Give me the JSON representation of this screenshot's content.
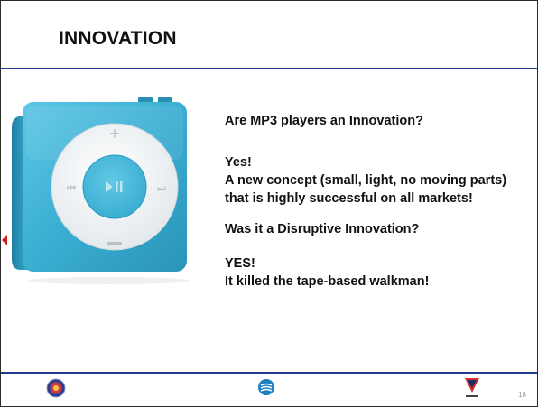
{
  "slide": {
    "title": "INNOVATION",
    "question1": "Are MP3 players an Innovation?",
    "answer1_heading": "Yes!",
    "answer1_body": "A new concept (small, light, no moving parts) that is highly successful on all markets!",
    "question2": "Was it a Disruptive Innovation?",
    "answer2_heading": "YES!",
    "answer2_body": "It killed the tape-based walkman!",
    "page_number": "18"
  },
  "colors": {
    "rule_blue": "#1f3a8a",
    "player_blue": "#3db2d4",
    "text": "#111111"
  },
  "icons": {
    "player": "mp3-player-icon",
    "logo_left": "round-seal-logo",
    "logo_center": "tmi-logo",
    "logo_right": "tubitak-logo"
  }
}
